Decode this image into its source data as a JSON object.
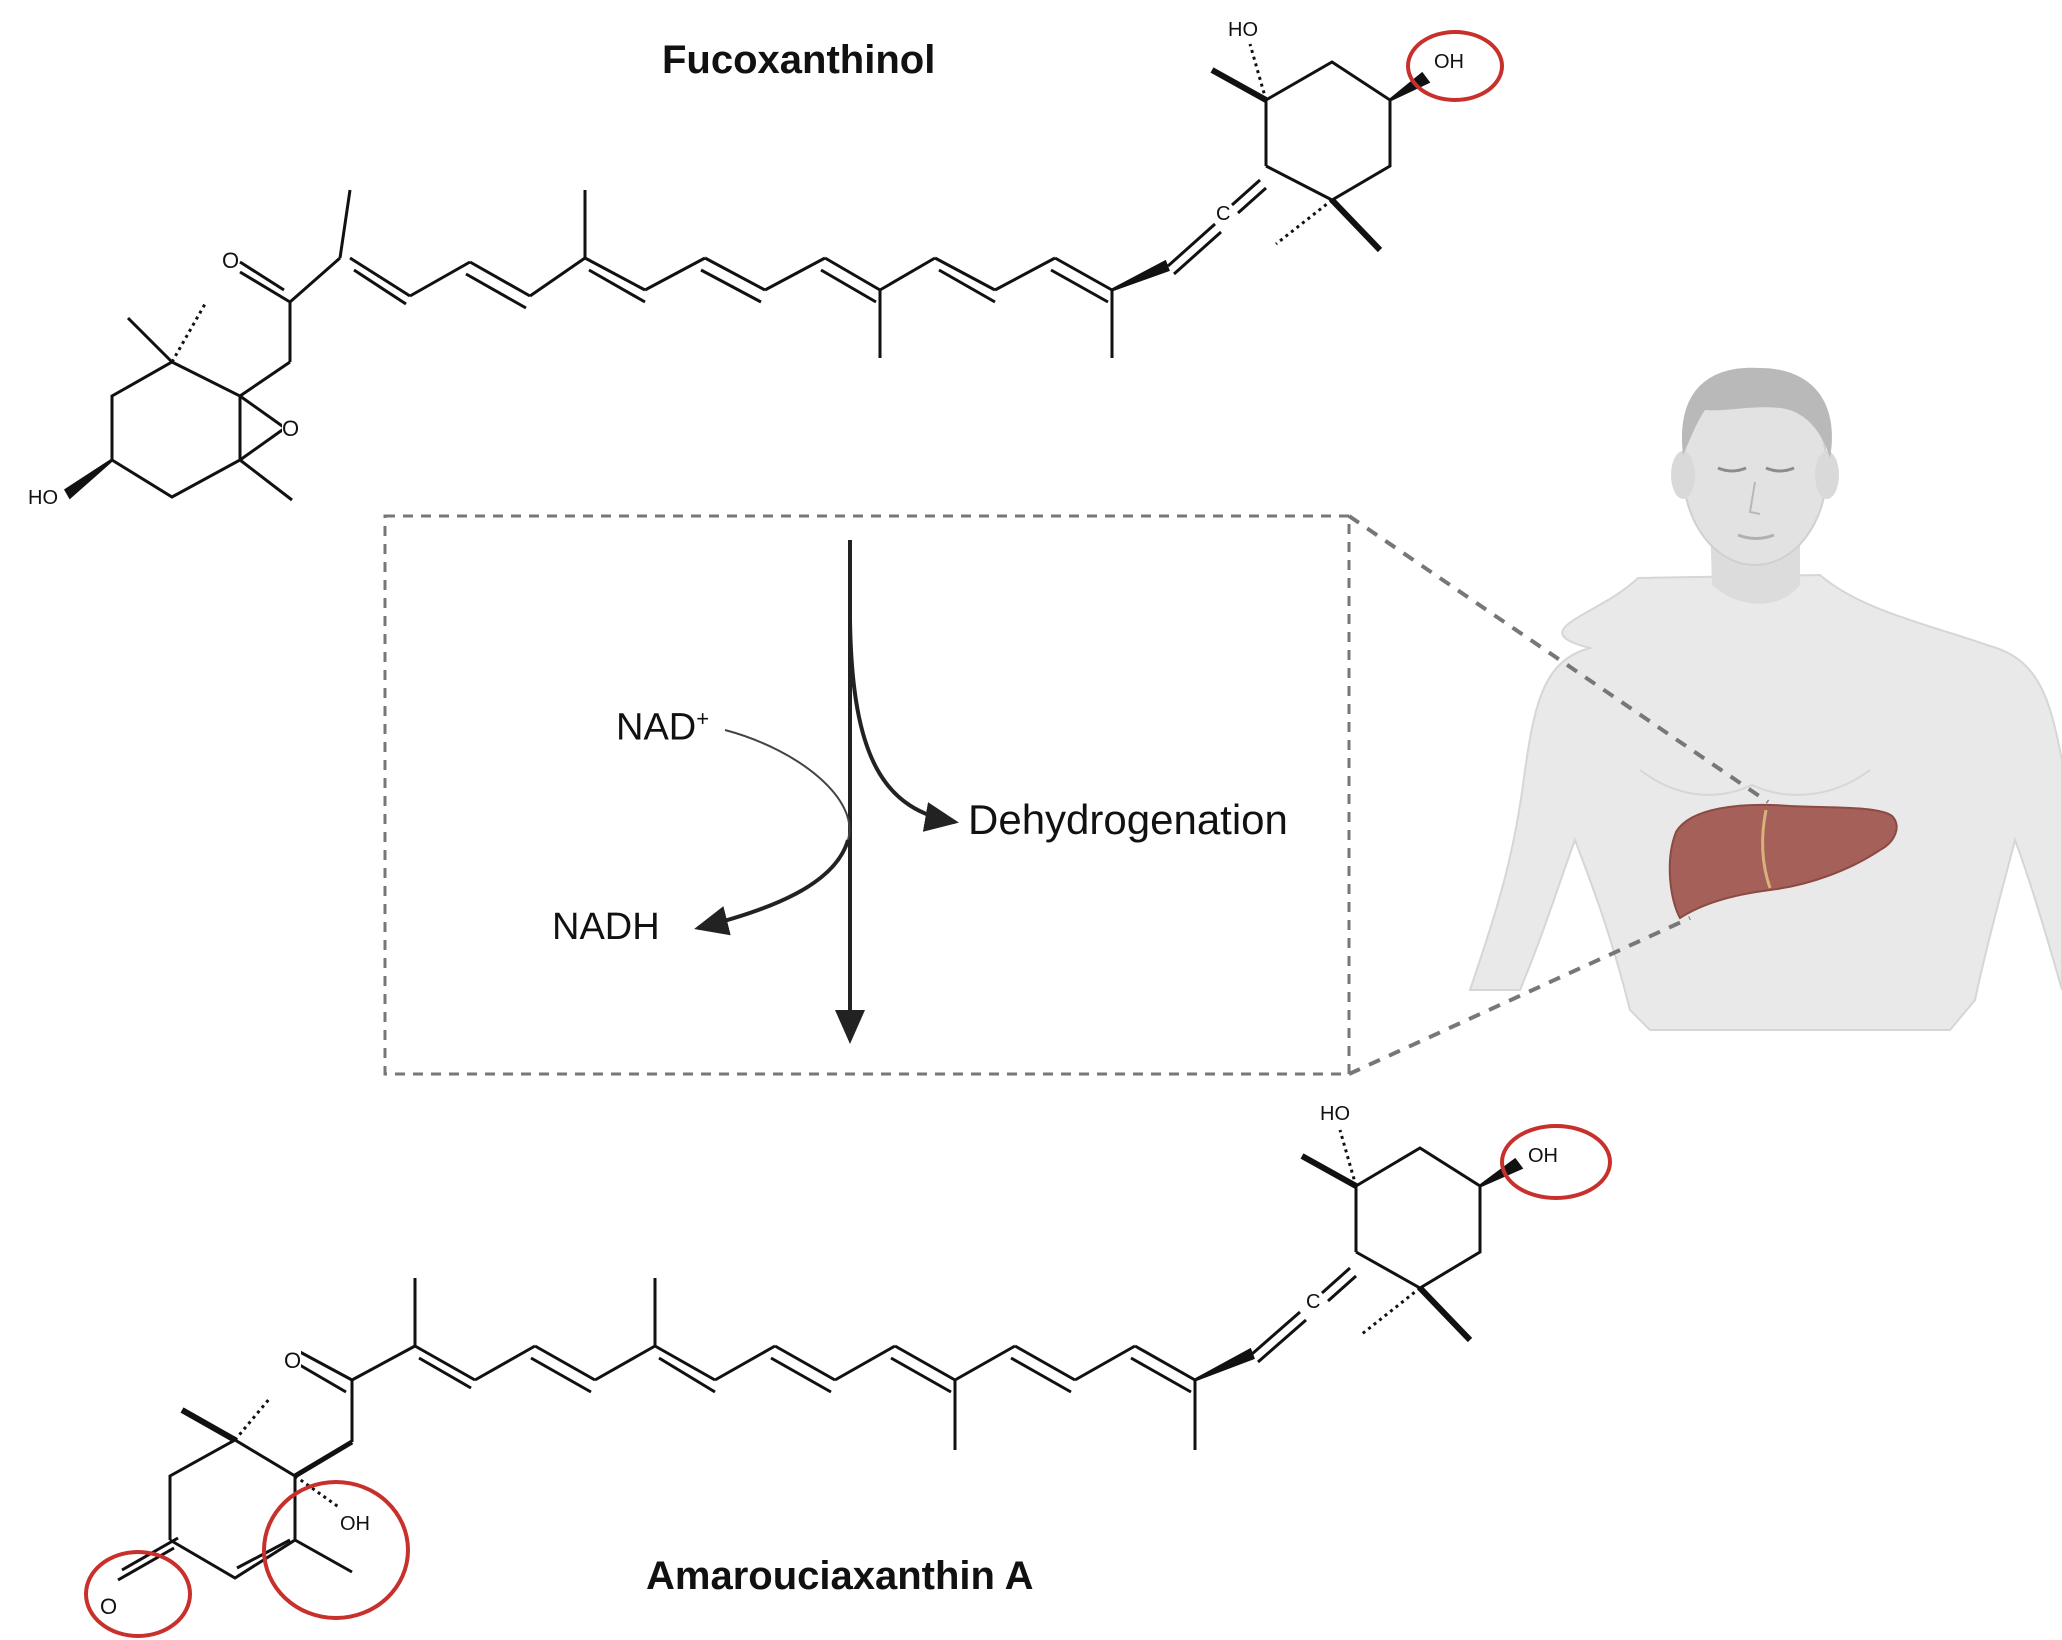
{
  "titles": {
    "top": "Fucoxanthinol",
    "bottom": "Amarouciaxanthin A"
  },
  "pathway": {
    "cofactor_in": "NAD",
    "cofactor_in_superscript": "+",
    "cofactor_out": "NADH",
    "process": "Dehydrogenation"
  },
  "atoms": {
    "ho": "HO",
    "oh": "OH",
    "o": "O",
    "c": "C"
  },
  "colors": {
    "line": "#111111",
    "highlight": "#c8302b",
    "liver": "#a5605a",
    "body": "#e6e6e6",
    "dash": "#777777"
  }
}
